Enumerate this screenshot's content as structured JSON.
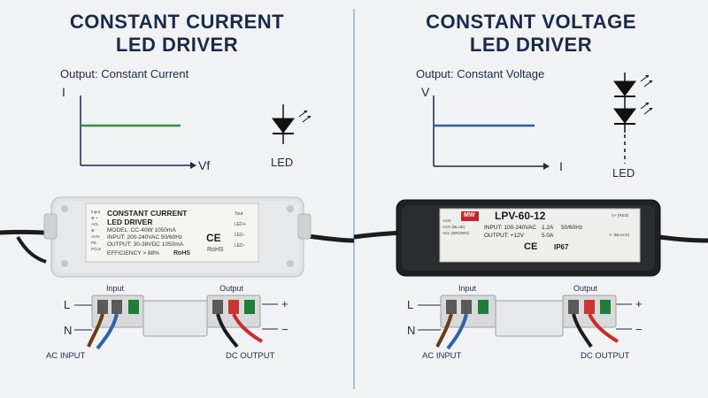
{
  "left": {
    "title_line1": "CONSTANT CURRENT",
    "title_line2": "LED DRIVER",
    "subtitle": "Output: Constant Current",
    "y_axis": "I",
    "x_axis": "Vf",
    "led_label": "LED",
    "line_color": "#2f8f44",
    "driver": {
      "title1": "CONSTANT CURRENT",
      "title2": "LED DRIVER",
      "model": "MODEL: CC-40W 1050mA",
      "input": "INPUT: 200-240VAC 50/60Hz",
      "output": "OUTPUT: 30-38VDC 1050mA",
      "efficiency": "EFFICIENCY > 88%",
      "rohs": "RoHS",
      "rohs2": "RoHS",
      "ce": "CE",
      "pins_left": [
        "Input",
        "⊕ +",
        "ACL",
        "⊕",
        "ACN",
        "PE",
        "PCon"
      ],
      "pins_right": [
        "Tout",
        "LED+",
        "LED-",
        "LED-"
      ]
    },
    "input_label": "Input",
    "output_label": "Output",
    "l_label": "L",
    "n_label": "N",
    "plus_label": "+",
    "minus_label": "−",
    "ac_input": "AC INPUT",
    "dc_output": "DC OUTPUT"
  },
  "right": {
    "title_line1": "CONSTANT VOLTAGE",
    "title_line2": "LED DRIVER",
    "subtitle": "Output: Constant Voltage",
    "y_axis": "V",
    "x_axis": "I",
    "led_label": "LED",
    "line_color": "#2e5f9e",
    "driver": {
      "brand": "MW",
      "model": "LPV-60-12",
      "input_label": "INPUT: 100-240VAC",
      "input_current": "1.2A",
      "input_freq": "50/60Hz",
      "output_label": "OUTPUT: +12V",
      "output_current": "5.0A",
      "ce": "CE",
      "ip": "IP67",
      "pins_left": [
        "ACN",
        "ACN (BLUE)",
        "ACL (BROWN)"
      ],
      "v_plus": "V+ (RED)",
      "v_minus": "V- (BLACK)"
    },
    "input_label": "Input",
    "output_label": "Output",
    "l_label": "L",
    "n_label": "N",
    "plus_label": "+",
    "minus_label": "−",
    "ac_input": "AC INPUT",
    "dc_output": "DC OUTPUT"
  },
  "colors": {
    "background": "#f1f2f3",
    "title": "#1b2a4a",
    "divider": "#a9c2de",
    "driver_left": "#e4e6e8",
    "driver_right": "#1f2124",
    "label_panel": "#f4f4f2"
  }
}
